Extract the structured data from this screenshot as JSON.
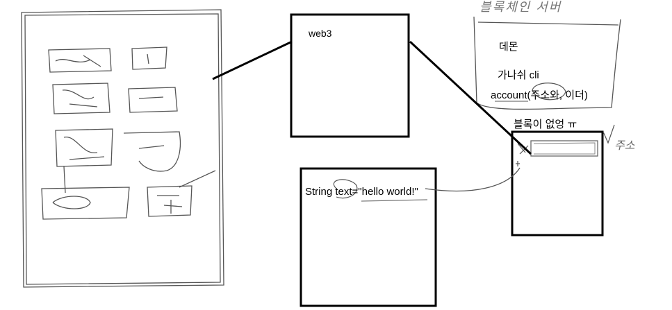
{
  "web3_box": {
    "title": "web3"
  },
  "string_box": {
    "code": "String text=\"hello world!\""
  },
  "server_box": {
    "heading": "블록체인 서버",
    "lines": [
      "데몬",
      "가나쉬 cli",
      "account(주소와, 이더)"
    ]
  },
  "block_box": {
    "caption": "블록이 없엉 ㅠ",
    "address_note": "주소"
  },
  "colors": {
    "ink": "#000000",
    "sketch": "#555555",
    "light": "#888888"
  }
}
